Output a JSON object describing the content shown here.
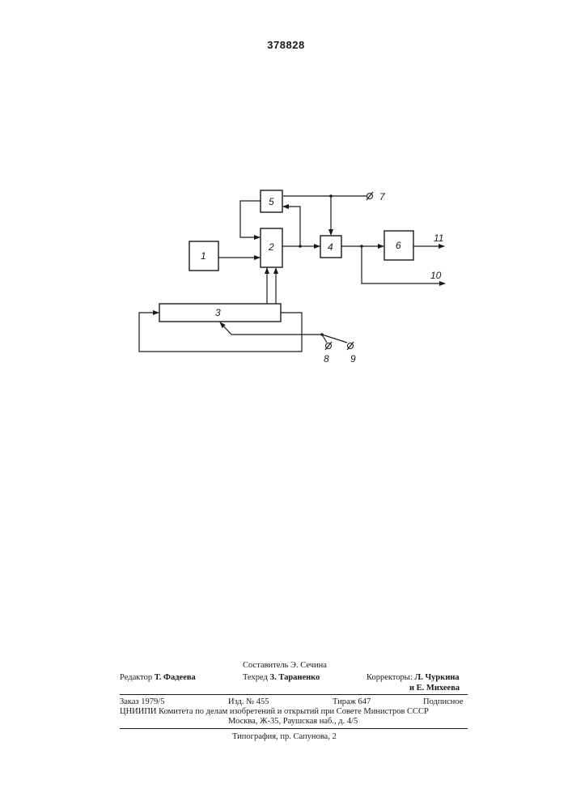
{
  "header": {
    "patent_number": "378828"
  },
  "diagram": {
    "blocks": [
      "1",
      "2",
      "3",
      "4",
      "5",
      "6"
    ],
    "terminals": [
      "7",
      "8",
      "9",
      "10",
      "11"
    ]
  },
  "colophon": {
    "compiler": "Составитель Э. Сечина",
    "editor_label": "Редактор",
    "editor_name": "Т. Фадеева",
    "techred_label": "Техред",
    "techred_name": "З. Тараненко",
    "correctors_label": "Корректоры:",
    "corrector_1": "Л. Чуркина",
    "corrector_2": "и Е. Михеева",
    "order": "Заказ 1979/5",
    "edition": "Изд. № 455",
    "print_run": "Тираж 647",
    "subscription": "Подписное",
    "org_line": "ЦНИИПИ Комитета по делам изобретений и открытий при Совете Министров СССР",
    "address": "Москва, Ж-35, Раушская наб., д. 4/5",
    "printing_house": "Типография, пр. Сапунова, 2"
  }
}
